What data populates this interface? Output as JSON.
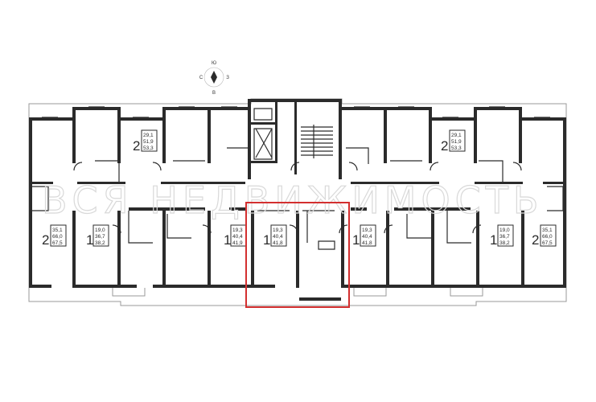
{
  "watermark": "ВСЯ НЕДВИЖИМОСТЬ",
  "compass": {
    "north": "С",
    "south": "Ю",
    "east": "В",
    "west": "З"
  },
  "highlight_color": "#d32f2f",
  "apartments": [
    {
      "rooms": "2",
      "areas": [
        "29,1",
        "51,9",
        "53,3"
      ]
    },
    {
      "rooms": "2",
      "areas": [
        "29,1",
        "51,9",
        "53,3"
      ]
    },
    {
      "rooms": "2",
      "areas": [
        "35,1",
        "66,0",
        "67,5"
      ]
    },
    {
      "rooms": "1",
      "areas": [
        "19,0",
        "36,7",
        "38,2"
      ]
    },
    {
      "rooms": "1",
      "areas": [
        "19,3",
        "40,4",
        "41,9"
      ]
    },
    {
      "rooms": "1",
      "areas": [
        "19,3",
        "40,4",
        "41,8"
      ]
    },
    {
      "rooms": "1",
      "areas": [
        "19,3",
        "40,4",
        "41,8"
      ]
    },
    {
      "rooms": "1",
      "areas": [
        "19,0",
        "36,7",
        "38,2"
      ]
    },
    {
      "rooms": "2",
      "areas": [
        "35,1",
        "66,0",
        "67,5"
      ]
    }
  ]
}
